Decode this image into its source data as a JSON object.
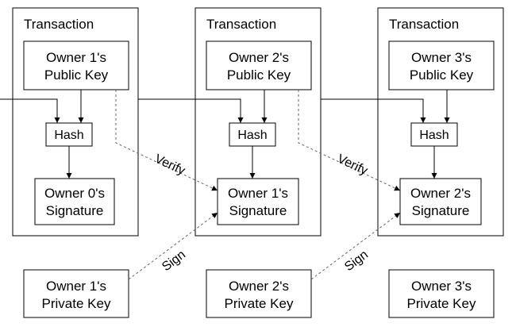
{
  "transactions": [
    {
      "title": "Transaction",
      "public_key": {
        "line1": "Owner 1's",
        "line2": "Public Key"
      },
      "hash": "Hash",
      "signature": {
        "line1": "Owner 0's",
        "line2": "Signature"
      }
    },
    {
      "title": "Transaction",
      "public_key": {
        "line1": "Owner 2's",
        "line2": "Public Key"
      },
      "hash": "Hash",
      "signature": {
        "line1": "Owner 1's",
        "line2": "Signature"
      }
    },
    {
      "title": "Transaction",
      "public_key": {
        "line1": "Owner 3's",
        "line2": "Public Key"
      },
      "hash": "Hash",
      "signature": {
        "line1": "Owner 2's",
        "line2": "Signature"
      }
    }
  ],
  "private_keys": [
    {
      "line1": "Owner 1's",
      "line2": "Private Key"
    },
    {
      "line1": "Owner 2's",
      "line2": "Private Key"
    },
    {
      "line1": "Owner 3's",
      "line2": "Private Key"
    }
  ],
  "edge_labels": {
    "verify": [
      "Verify",
      "Verify"
    ],
    "sign": [
      "Sign",
      "Sign"
    ]
  },
  "colors": {
    "line": "#000000",
    "dashed_line": "#666666",
    "background": "#ffffff"
  }
}
